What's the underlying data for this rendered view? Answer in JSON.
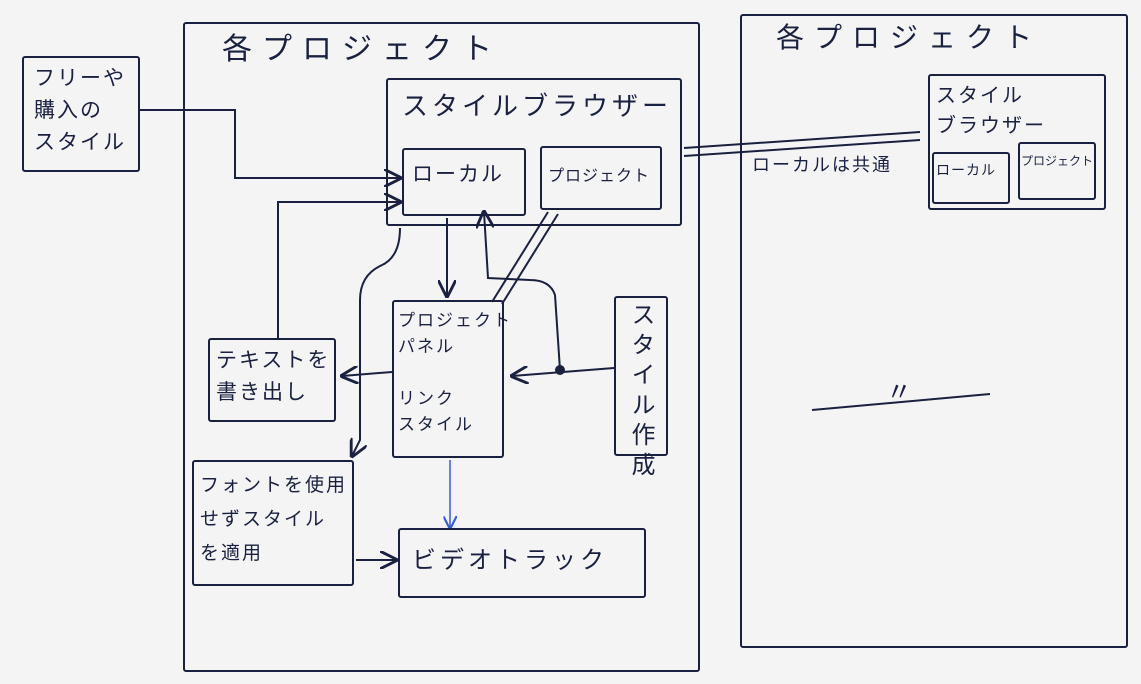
{
  "diagram": {
    "left_panel": {
      "title": "各プロジェクト",
      "style_browser": {
        "title": "スタイルブラウザー",
        "local": "ローカル",
        "project": "プロジェクト"
      },
      "free_purchase_style": "フリーや\n購入の\nスタイル",
      "project_panel": "プロジェクト\nパネル\n\nリンク\nスタイル",
      "text_export": "テキストを\n書き出し",
      "style_create": "スタイル作成",
      "apply_no_font": "フォントを使用\nせずスタイル\nを適用",
      "video_track": "ビデオトラック"
    },
    "right_panel": {
      "title": "各プロジェクト",
      "style_browser": {
        "title": "スタイル\nブラウザー",
        "local": "ローカル",
        "project": "プロジェクト"
      },
      "shared_note": "ローカルは共通",
      "ditto": "〃"
    },
    "colors": {
      "ink": "#1a2140",
      "accent_arrow": "#3a5bd9",
      "paper": "#f4f4f4"
    }
  }
}
